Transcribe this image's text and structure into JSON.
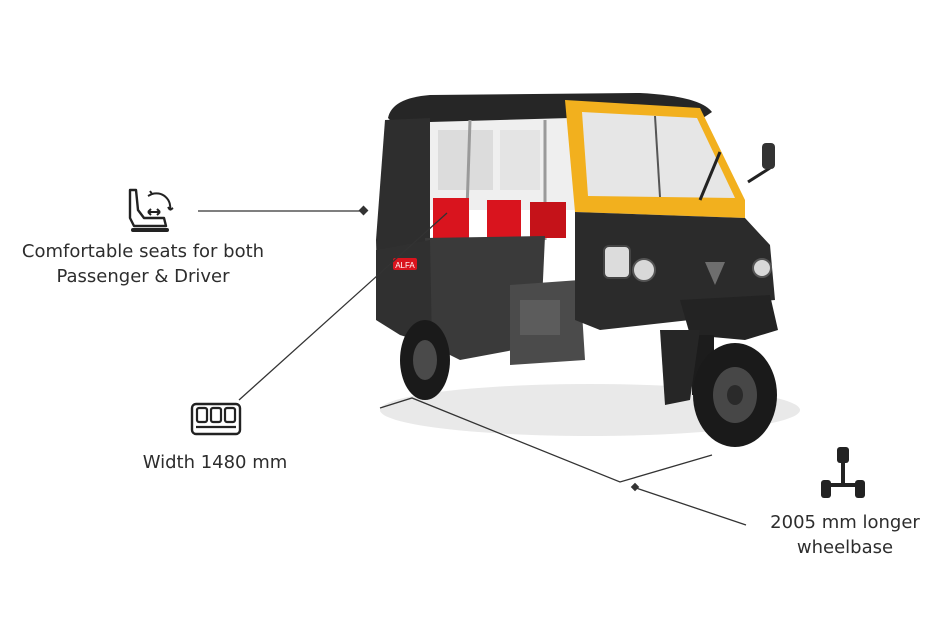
{
  "features": {
    "seats": {
      "icon": "seat-adjust-icon",
      "line1": "Comfortable seats for both",
      "line2": "Passenger & Driver"
    },
    "width": {
      "icon": "seat-row-icon",
      "text": "Width 1480 mm"
    },
    "wheelbase": {
      "icon": "axle-wheelbase-icon",
      "line1": "2005 mm longer",
      "line2": "wheelbase"
    }
  },
  "vehicle": {
    "badge_text": "ALFA",
    "body_color": "#2b2b2b",
    "accent_yellow": "#f2b01e",
    "accent_red": "#d9141e"
  },
  "colors": {
    "text": "#2d2d2d",
    "leader_line": "#333333"
  }
}
